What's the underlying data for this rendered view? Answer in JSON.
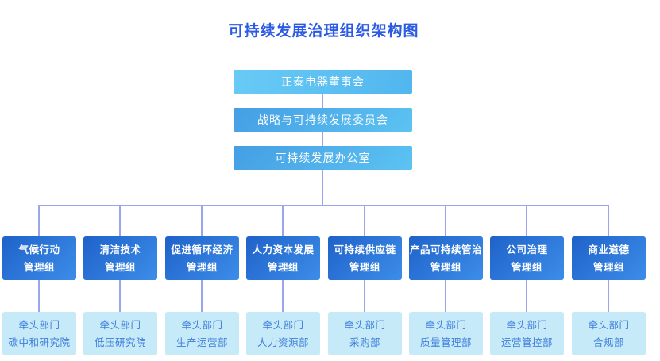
{
  "title": "可持续发展治理组织架构图",
  "top_levels": [
    {
      "label": "正泰电器董事会"
    },
    {
      "label": "战略与可持续发展委员会"
    },
    {
      "label": "可持续发展办公室"
    }
  ],
  "columns": [
    {
      "group_line1": "气候行动",
      "group_line2": "管理组",
      "lead_label": "牵头部门",
      "lead_dept": "碳中和研究院"
    },
    {
      "group_line1": "清洁技术",
      "group_line2": "管理组",
      "lead_label": "牵头部门",
      "lead_dept": "低压研究院"
    },
    {
      "group_line1": "促进循环经济",
      "group_line2": "管理组",
      "lead_label": "牵头部门",
      "lead_dept": "生产运营部"
    },
    {
      "group_line1": "人力资本发展",
      "group_line2": "管理组",
      "lead_label": "牵头部门",
      "lead_dept": "人力资源部"
    },
    {
      "group_line1": "可持续供应链",
      "group_line2": "管理组",
      "lead_label": "牵头部门",
      "lead_dept": "采购部"
    },
    {
      "group_line1": "产品可持续管治",
      "group_line2": "管理组",
      "lead_label": "牵头部门",
      "lead_dept": "质量管理部"
    },
    {
      "group_line1": "公司治理",
      "group_line2": "管理组",
      "lead_label": "牵头部门",
      "lead_dept": "运营管控部"
    },
    {
      "group_line1": "商业道德",
      "group_line2": "管理组",
      "lead_label": "牵头部门",
      "lead_dept": "合规部"
    }
  ],
  "colors": {
    "title_text": "#2B5BE3",
    "board_box_gradient": [
      "#68CBF5",
      "#52B6EF"
    ],
    "mid_box_gradient": [
      "#459EE4",
      "#5CC3F2"
    ],
    "group_box_gradient": [
      "#1F62C9",
      "#3C8DE9"
    ],
    "lead_box_bg": "#C6EAF8",
    "lead_box_text": "#3F7EDB",
    "connector_line": "#9AA6EC",
    "box_text": "#FFFFFF"
  }
}
